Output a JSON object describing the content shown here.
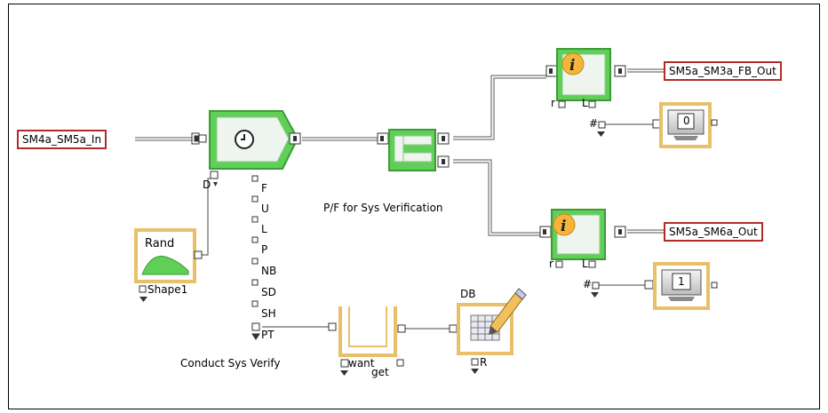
{
  "inputs": {
    "in_sm4a_sm5a": "SM4a_SM5a_In"
  },
  "outputs": {
    "out_sm5a_sm3a_fb": "SM5a_SM3a_FB_Out",
    "out_sm5a_sm6a": "SM5a_SM6a_Out"
  },
  "blocks": {
    "rand_title": "Rand",
    "rand_name": "Shape1",
    "conduct_name": "Conduct Sys Verify",
    "conduct_port_d": "D",
    "conduct_ports": [
      "F",
      "U",
      "L",
      "P",
      "NB",
      "SD",
      "SH",
      "PT"
    ],
    "pf_name": "P/F for Sys Verification",
    "queue_port_want": "want",
    "queue_port_get": "get",
    "db_title": "DB",
    "db_port_r": "R",
    "info_top_ports": {
      "r": "r",
      "l": "L"
    },
    "info_bottom_ports": {
      "r": "r",
      "l": "L"
    },
    "display_top_hash": "#",
    "display_top_value": "0",
    "display_bottom_hash": "#",
    "display_bottom_value": "1"
  },
  "colors": {
    "green_fill": "#5fcf57",
    "green_border": "#3e9a36",
    "gold_border": "#e8c06a",
    "io_border": "#b22b2b",
    "wire": "#555555"
  }
}
